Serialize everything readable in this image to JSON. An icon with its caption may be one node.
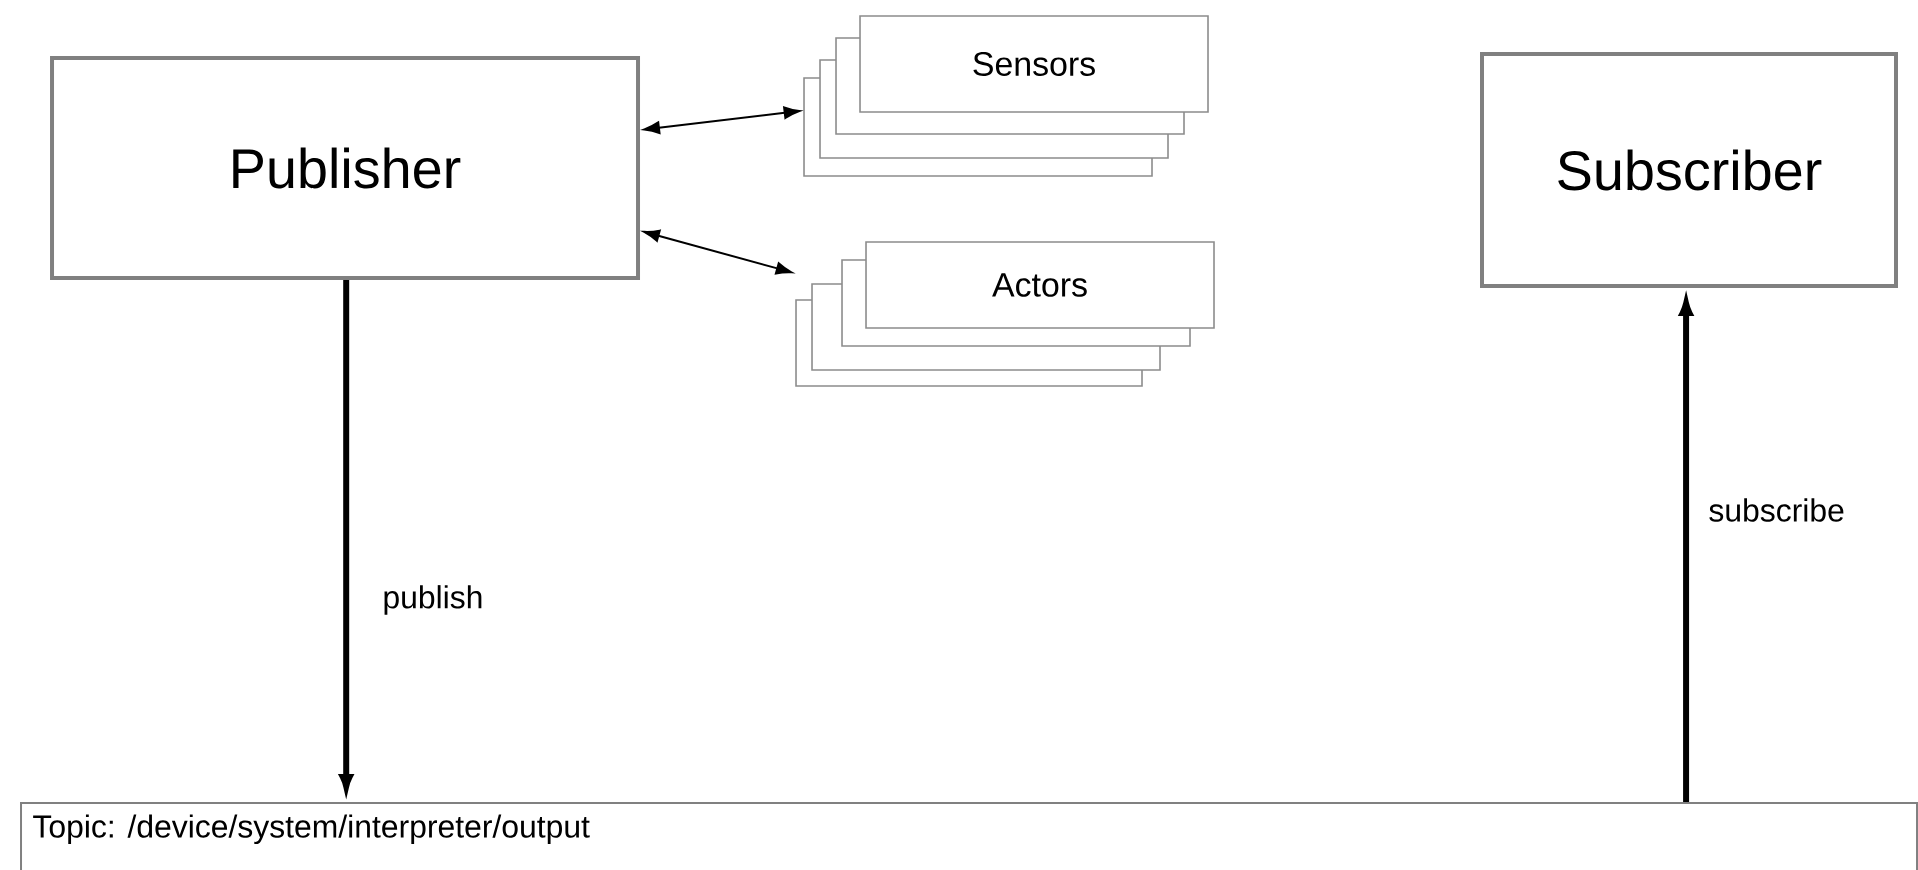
{
  "diagram": {
    "nodes": [
      {
        "text": [
          "Publisher"
        ]
      },
      {
        "text": [
          "Sensors"
        ]
      },
      {
        "text": [
          "Actors"
        ]
      },
      {
        "text": [
          "Subscriber"
        ]
      },
      {
        "text": [
          "Topic: /device/system/interpreter/output"
        ]
      }
    ],
    "edges": [
      {
        "from": 0,
        "to": 1,
        "arrow": "both"
      },
      {
        "from": 0,
        "to": 2,
        "arrow": "both"
      },
      {
        "from": 0,
        "to": 4,
        "arrow": "to",
        "label": "publish",
        "style": "thick"
      },
      {
        "from": 4,
        "to": 3,
        "arrow": "to",
        "label": "subscribe",
        "style": "thick"
      }
    ]
  }
}
